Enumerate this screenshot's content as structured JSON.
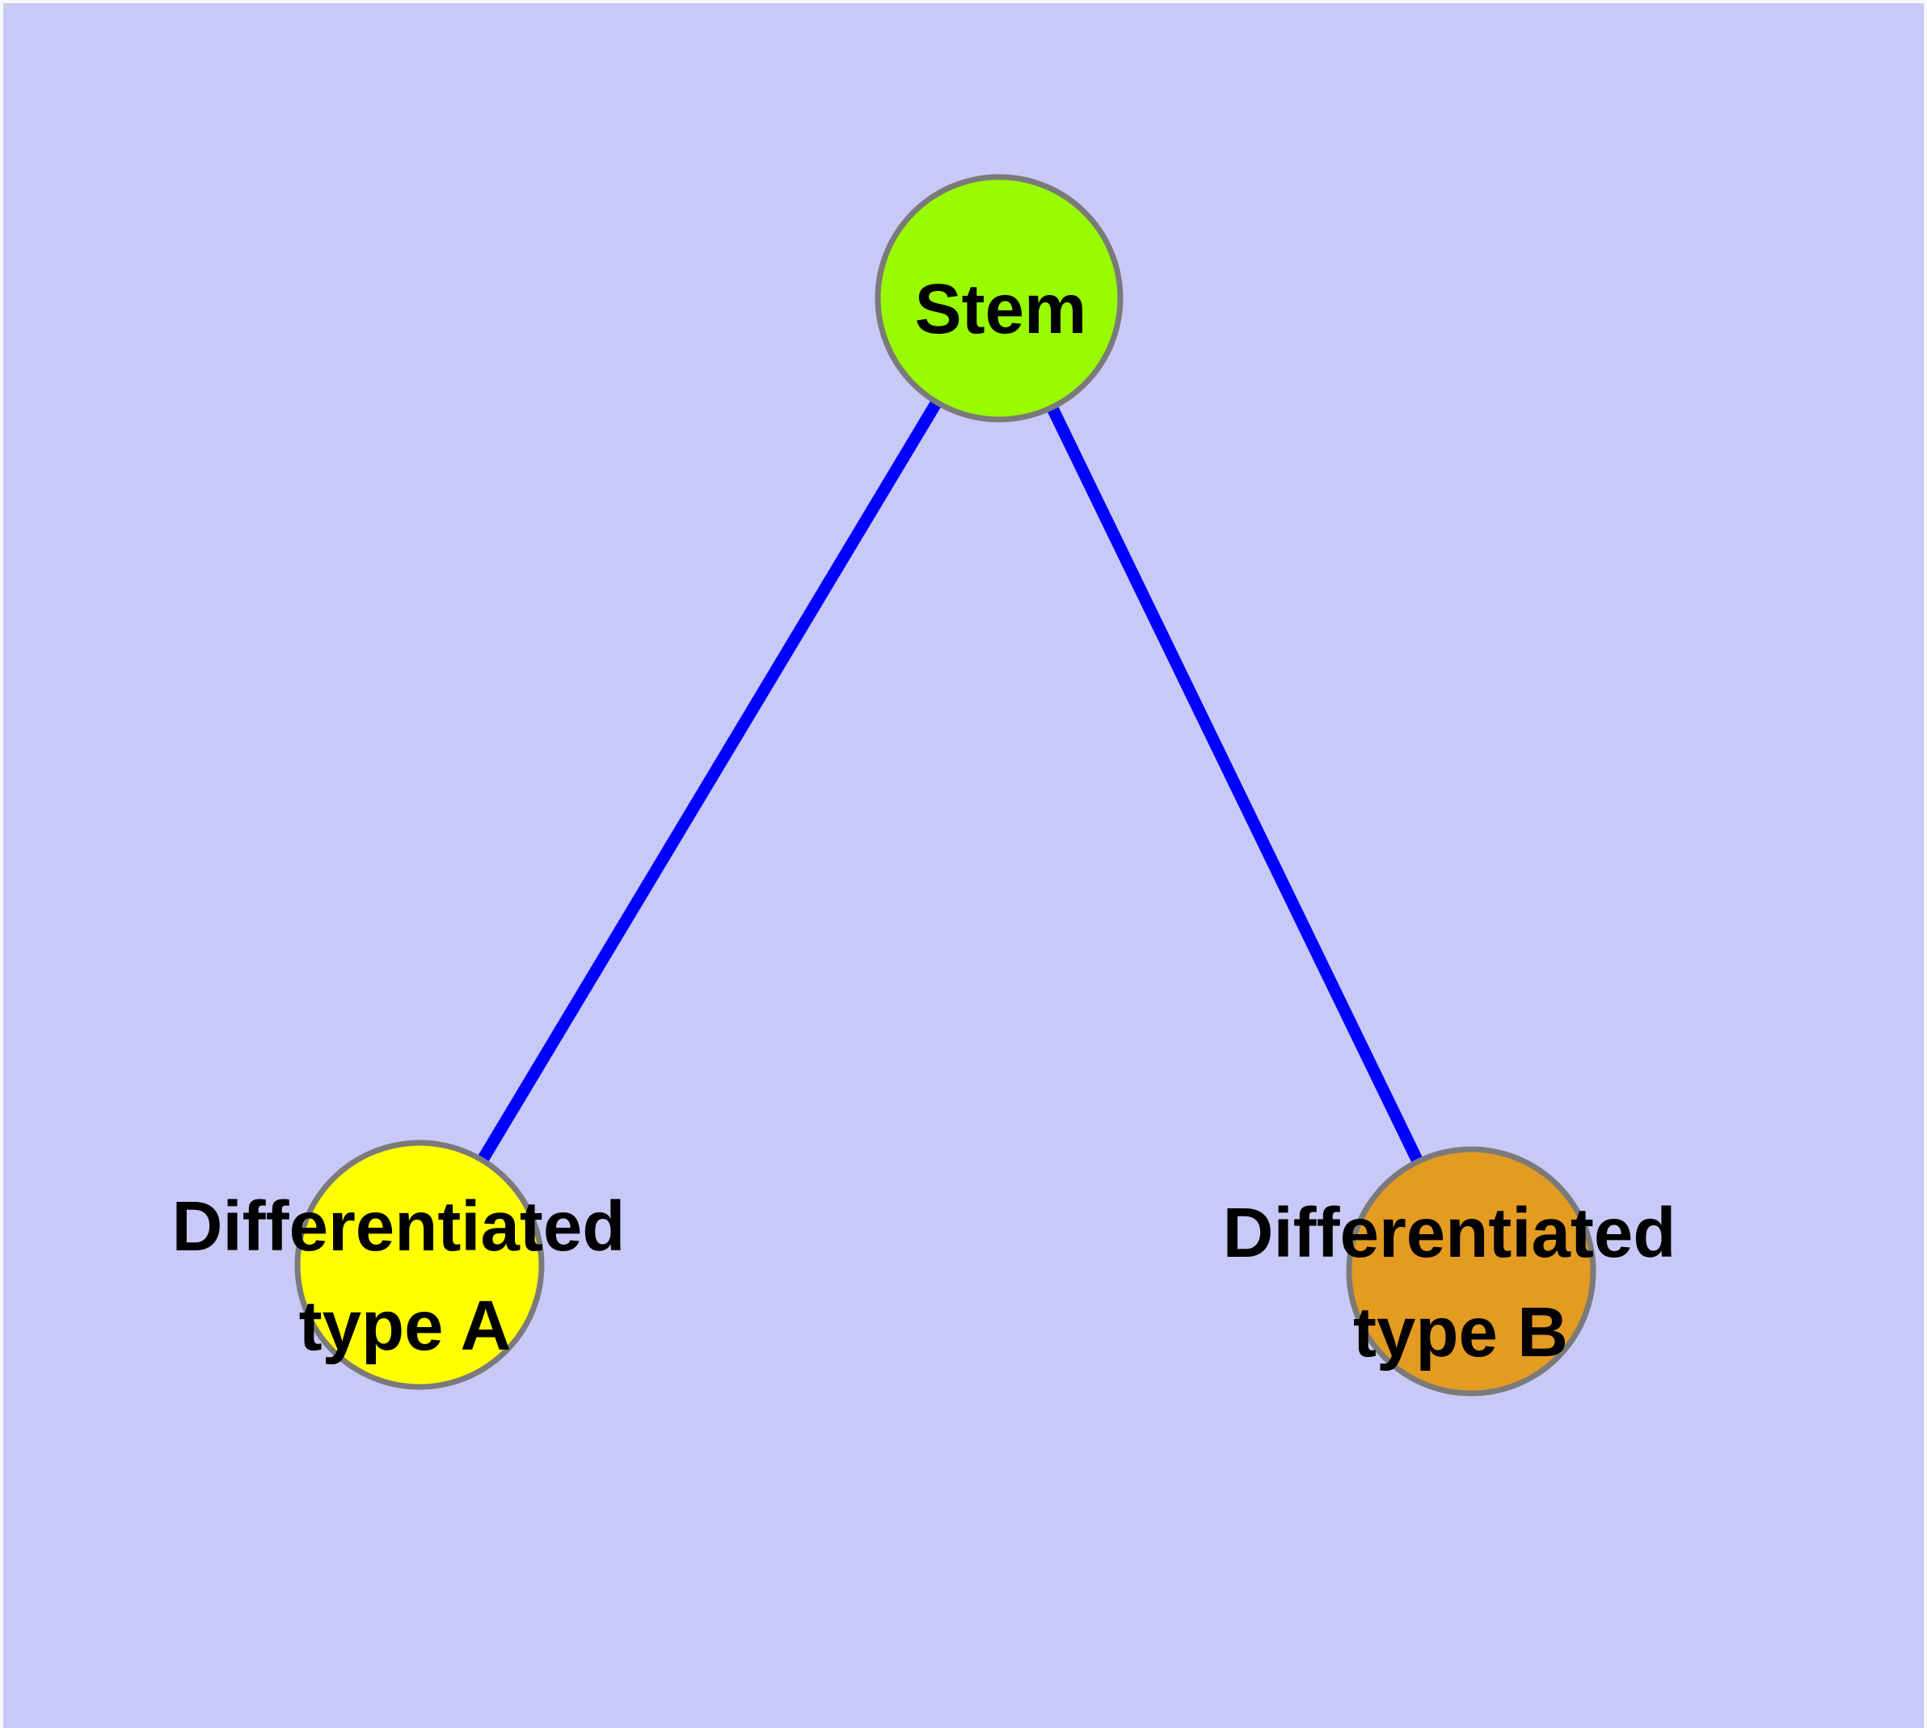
{
  "colors": {
    "page_edge": "#F7F7F7",
    "background": "#C9C9F7",
    "edge": "#0000FF",
    "node_border": "#7A7A7A",
    "label": "#000000"
  },
  "nodes": {
    "stem": {
      "label": "Stem",
      "fill": "#98FB00"
    },
    "type_a": {
      "label": "Differentiated type A",
      "label_line1": "Differentiated",
      "label_line2": "type A",
      "fill": "#FFFF00"
    },
    "type_b": {
      "label": "Differentiated type B",
      "label_line1": "Differentiated",
      "label_line2": "type B",
      "fill": "#E49B22"
    }
  },
  "edges": [
    {
      "from": "Stem",
      "to": "Differentiated type A"
    },
    {
      "from": "Stem",
      "to": "Differentiated type B"
    }
  ]
}
